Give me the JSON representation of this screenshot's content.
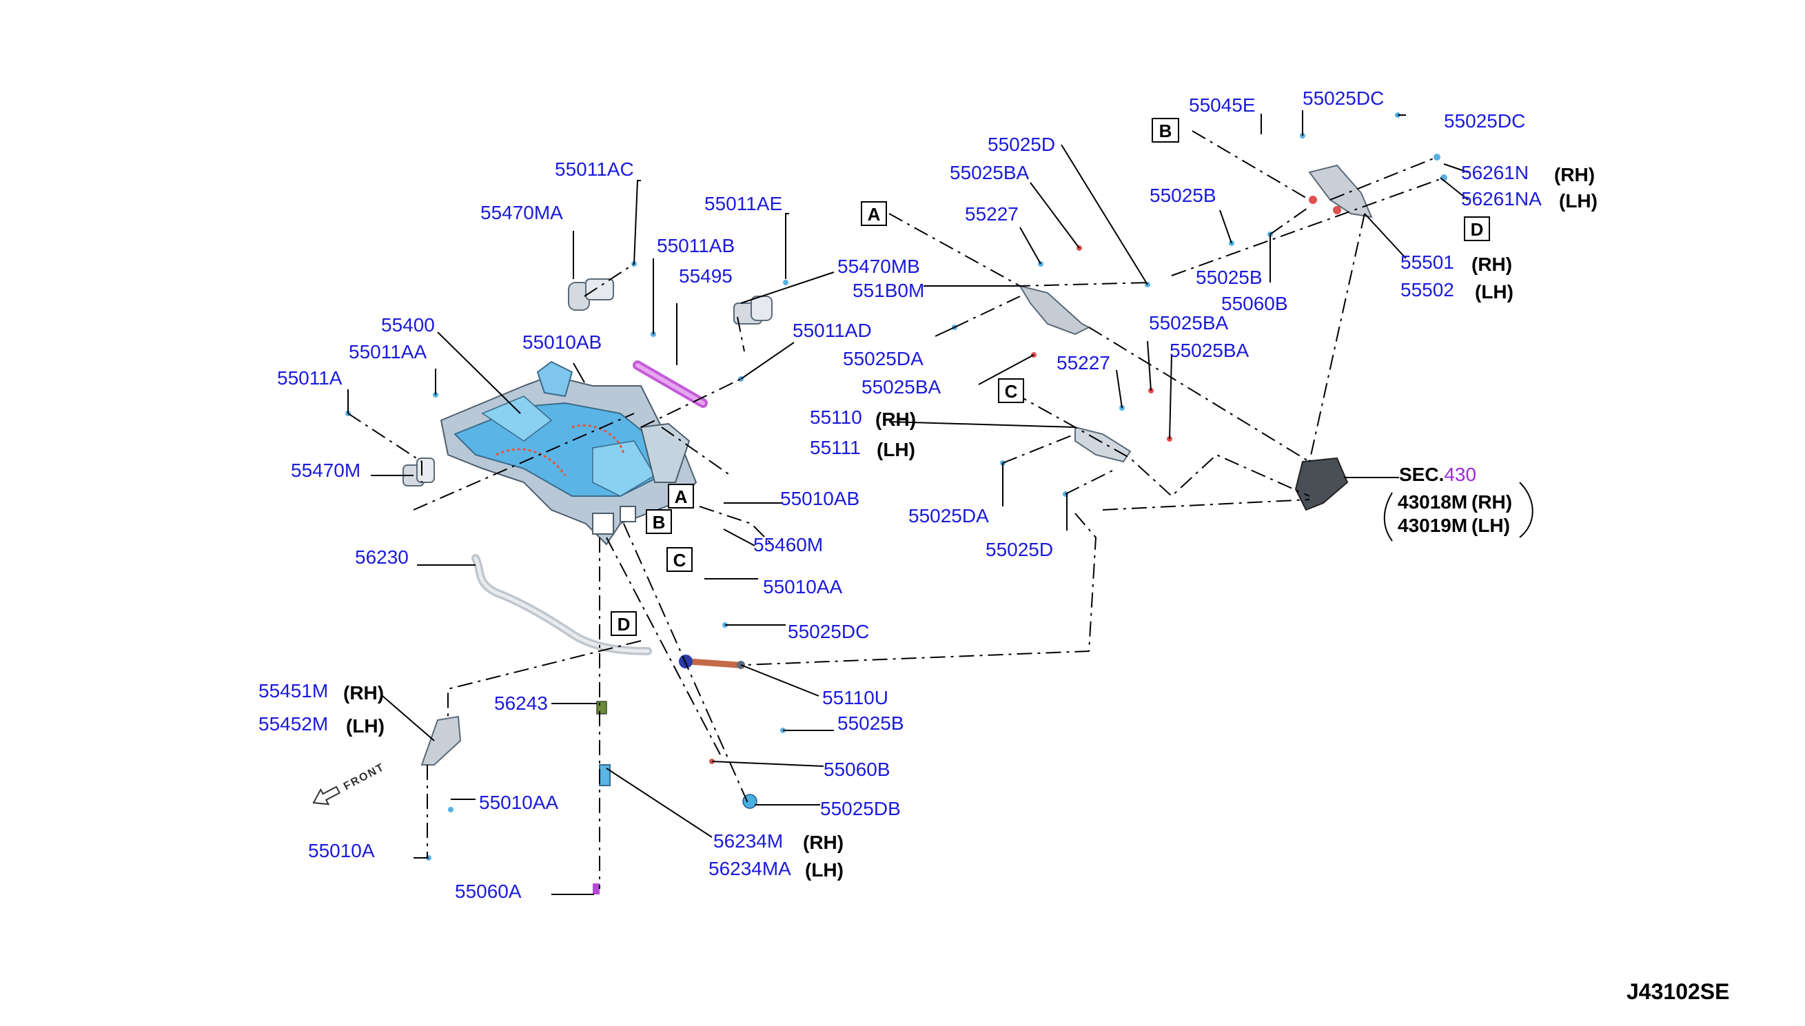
{
  "diagram": {
    "code": "J43102SE",
    "front_label": "FRONT",
    "ref_labels": [
      "A",
      "B",
      "C",
      "D"
    ],
    "sec_label": "SEC.",
    "sec_number": "430",
    "sec_parts": [
      {
        "number": "43018M",
        "side": "(RH)"
      },
      {
        "number": "43019M",
        "side": "(LH)"
      }
    ],
    "parts": [
      {
        "id": "55011AC",
        "label": "55011AC"
      },
      {
        "id": "55470MA",
        "label": "55470MA"
      },
      {
        "id": "55011AE",
        "label": "55011AE"
      },
      {
        "id": "55011AB",
        "label": "55011AB"
      },
      {
        "id": "55495",
        "label": "55495"
      },
      {
        "id": "55470MB",
        "label": "55470MB"
      },
      {
        "id": "55400",
        "label": "55400"
      },
      {
        "id": "55011AA",
        "label": "55011AA"
      },
      {
        "id": "55010AB-top",
        "label": "55010AB"
      },
      {
        "id": "55011AD",
        "label": "55011AD"
      },
      {
        "id": "55011A",
        "label": "55011A"
      },
      {
        "id": "55470M",
        "label": "55470M"
      },
      {
        "id": "55010AB-mid",
        "label": "55010AB"
      },
      {
        "id": "55460M",
        "label": "55460M"
      },
      {
        "id": "55010AA-mid",
        "label": "55010AA"
      },
      {
        "id": "56230",
        "label": "56230"
      },
      {
        "id": "55025DC-mid",
        "label": "55025DC"
      },
      {
        "id": "55110U",
        "label": "55110U"
      },
      {
        "id": "55025B-mid",
        "label": "55025B"
      },
      {
        "id": "55060B-mid",
        "label": "55060B"
      },
      {
        "id": "55025DB",
        "label": "55025DB"
      },
      {
        "id": "56243",
        "label": "56243"
      },
      {
        "id": "55451M",
        "label": "55451M",
        "side": "(RH)"
      },
      {
        "id": "55452M",
        "label": "55452M",
        "side": "(LH)"
      },
      {
        "id": "55010AA-low",
        "label": "55010AA"
      },
      {
        "id": "55010A",
        "label": "55010A"
      },
      {
        "id": "56234M",
        "label": "56234M",
        "side": "(RH)"
      },
      {
        "id": "56234MA",
        "label": "56234MA",
        "side": "(LH)"
      },
      {
        "id": "55060A",
        "label": "55060A"
      },
      {
        "id": "55025D-top",
        "label": "55025D"
      },
      {
        "id": "55025BA-top",
        "label": "55025BA"
      },
      {
        "id": "55227-top",
        "label": "55227"
      },
      {
        "id": "551B0M",
        "label": "551B0M"
      },
      {
        "id": "55025DA-top",
        "label": "55025DA"
      },
      {
        "id": "55025BA-mid",
        "label": "55025BA"
      },
      {
        "id": "55025BA-r1",
        "label": "55025BA"
      },
      {
        "id": "55025BA-r2",
        "label": "55025BA"
      },
      {
        "id": "55227-mid",
        "label": "55227"
      },
      {
        "id": "55110",
        "label": "55110",
        "side": "(RH)"
      },
      {
        "id": "55111",
        "label": "55111",
        "side": "(LH)"
      },
      {
        "id": "55025DA-low",
        "label": "55025DA"
      },
      {
        "id": "55025D-low",
        "label": "55025D"
      },
      {
        "id": "55045E",
        "label": "55045E"
      },
      {
        "id": "55025DC-tr1",
        "label": "55025DC"
      },
      {
        "id": "55025DC-tr2",
        "label": "55025DC"
      },
      {
        "id": "55025B-tr",
        "label": "55025B"
      },
      {
        "id": "56261N",
        "label": "56261N",
        "side": "(RH)"
      },
      {
        "id": "56261NA",
        "label": "56261NA",
        "side": "(LH)"
      },
      {
        "id": "55501",
        "label": "55501",
        "side": "(RH)"
      },
      {
        "id": "55502",
        "label": "55502",
        "side": "(LH)"
      },
      {
        "id": "55025B-tr2",
        "label": "55025B"
      },
      {
        "id": "55060B-tr",
        "label": "55060B"
      }
    ]
  }
}
